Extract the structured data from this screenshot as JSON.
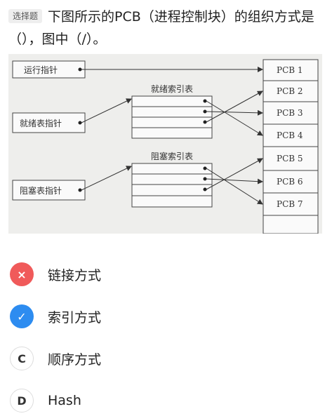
{
  "question": {
    "tag": "选择题",
    "text": "下图所示的PCB（进程控制块）的组织方式是（），图中（/）。"
  },
  "figure": {
    "run_pointer": "运行指针",
    "ready_pointer": "就绪表指针",
    "blocked_pointer": "阻塞表指针",
    "ready_index_title": "就绪索引表",
    "blocked_index_title": "阻塞索引表",
    "pcbs": [
      "PCB 1",
      "PCB 2",
      "PCB 3",
      "PCB 4",
      "PCB 5",
      "PCB 6",
      "PCB 7"
    ]
  },
  "options": [
    {
      "letter": "×",
      "text": "链接方式",
      "state": "wrong",
      "icon": "cross-icon"
    },
    {
      "letter": "✓",
      "text": "索引方式",
      "state": "right",
      "icon": "check-icon"
    },
    {
      "letter": "C",
      "text": "顺序方式",
      "state": "plain",
      "icon": ""
    },
    {
      "letter": "D",
      "text": "Hash",
      "state": "plain",
      "icon": ""
    }
  ],
  "colors": {
    "wrong": "#f05a5a",
    "right": "#2d8cf0",
    "figure_bg": "#eeeeec"
  }
}
